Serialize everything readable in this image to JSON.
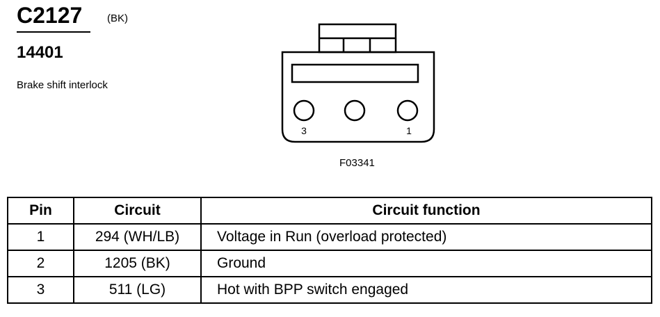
{
  "connector": {
    "id": "C2127",
    "color": "(BK)",
    "part_number": "14401",
    "description": "Brake shift interlock",
    "figure_id": "F03341",
    "pin_labels": {
      "left": "3",
      "right": "1"
    }
  },
  "table": {
    "headers": {
      "pin": "Pin",
      "circuit": "Circuit",
      "function": "Circuit function"
    },
    "rows": [
      {
        "pin": "1",
        "circuit": "294 (WH/LB)",
        "function": "Voltage in Run (overload protected)"
      },
      {
        "pin": "2",
        "circuit": "1205 (BK)",
        "function": "Ground"
      },
      {
        "pin": "3",
        "circuit": "511 (LG)",
        "function": "Hot with BPP switch engaged"
      }
    ]
  }
}
